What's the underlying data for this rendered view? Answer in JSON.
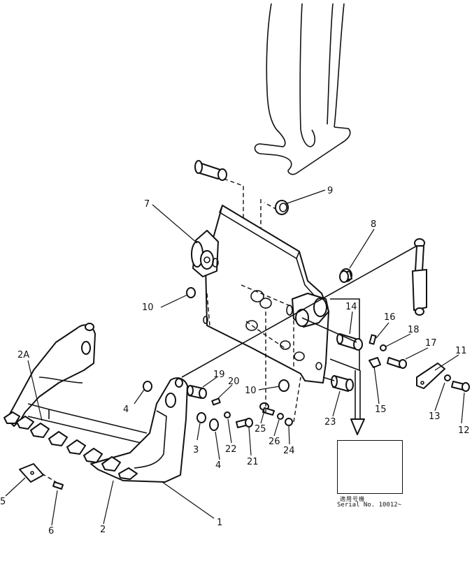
{
  "callouts": [
    {
      "id": "c1",
      "label": "1"
    },
    {
      "id": "c2",
      "label": "2"
    },
    {
      "id": "c2a",
      "label": "2A"
    },
    {
      "id": "c3",
      "label": "3"
    },
    {
      "id": "c4a",
      "label": "4"
    },
    {
      "id": "c4b",
      "label": "4"
    },
    {
      "id": "c5",
      "label": "5"
    },
    {
      "id": "c6",
      "label": "6"
    },
    {
      "id": "c7",
      "label": "7"
    },
    {
      "id": "c8",
      "label": "8"
    },
    {
      "id": "c9",
      "label": "9"
    },
    {
      "id": "c10a",
      "label": "10"
    },
    {
      "id": "c10b",
      "label": "10"
    },
    {
      "id": "c11",
      "label": "11"
    },
    {
      "id": "c12",
      "label": "12"
    },
    {
      "id": "c13",
      "label": "13"
    },
    {
      "id": "c14a",
      "label": "14"
    },
    {
      "id": "c14b",
      "label": "14"
    },
    {
      "id": "c15",
      "label": "15"
    },
    {
      "id": "c16",
      "label": "16"
    },
    {
      "id": "c17",
      "label": "17"
    },
    {
      "id": "c18",
      "label": "18"
    },
    {
      "id": "c19",
      "label": "19"
    },
    {
      "id": "c20",
      "label": "20"
    },
    {
      "id": "c21",
      "label": "21"
    },
    {
      "id": "c22",
      "label": "22"
    },
    {
      "id": "c23",
      "label": "23"
    },
    {
      "id": "c24",
      "label": "24"
    },
    {
      "id": "c25",
      "label": "25"
    },
    {
      "id": "c26",
      "label": "26"
    }
  ],
  "note": {
    "japanese": "適用号機",
    "serial": "Serial No. 10012~"
  }
}
